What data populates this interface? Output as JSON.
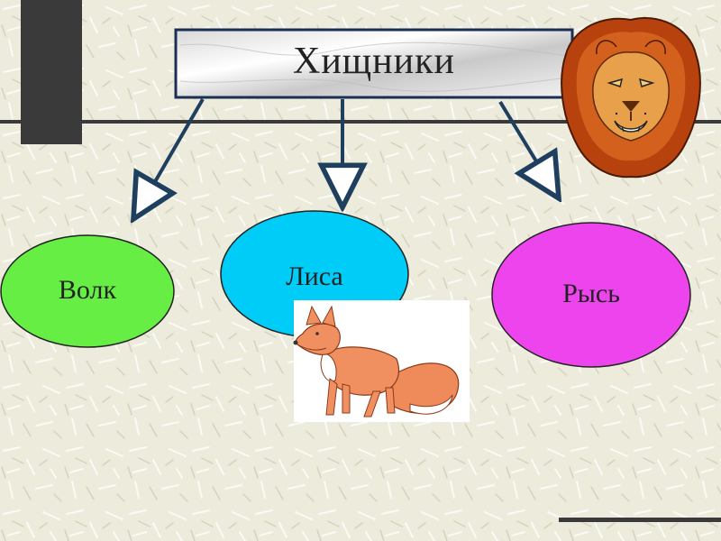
{
  "diagram": {
    "title": "Хищники",
    "nodes": [
      {
        "id": "wolf",
        "label": "Волк",
        "color": "#66ee44"
      },
      {
        "id": "fox",
        "label": "Лиса",
        "color": "#00ccf8"
      },
      {
        "id": "lynx",
        "label": "Рысь",
        "color": "#ee44ee"
      }
    ],
    "edges": [
      {
        "from": "title",
        "to": "wolf"
      },
      {
        "from": "title",
        "to": "fox"
      },
      {
        "from": "title",
        "to": "lynx"
      }
    ]
  },
  "images": {
    "lion": "lion-head-icon",
    "fox": "fox-illustration"
  },
  "colors": {
    "background": "#ecebdc",
    "arrow": "#1f3f5f",
    "title_box_border": "#1b2f55",
    "accent_bar": "#3a3a3a"
  }
}
